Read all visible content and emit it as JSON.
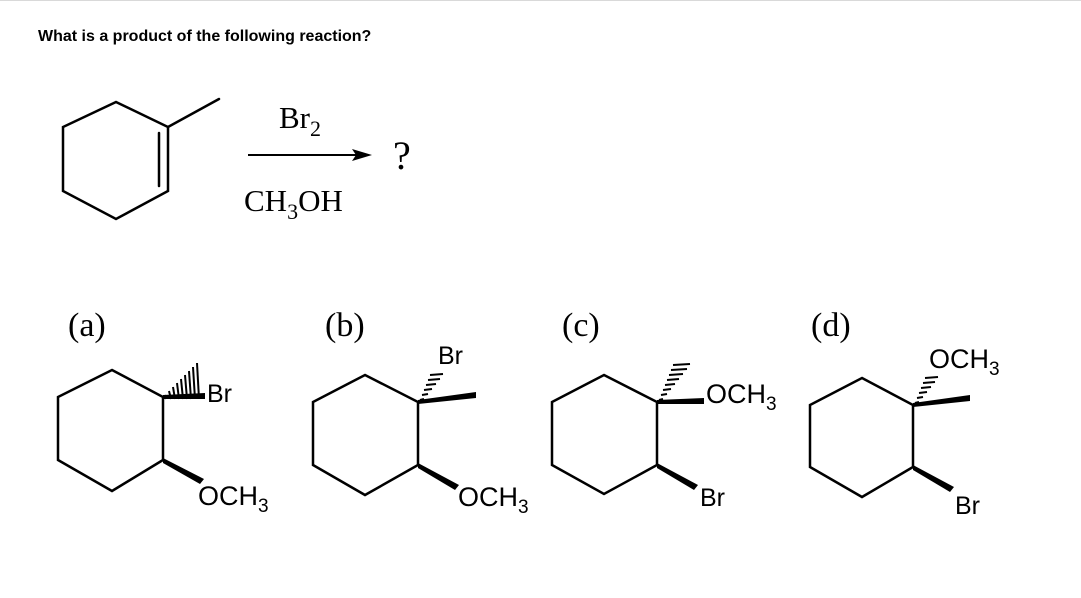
{
  "question": "What is a product of the following reaction?",
  "reaction": {
    "reagent_top": {
      "text": "Br",
      "sub": "2"
    },
    "reagent_bottom": {
      "pre": "CH",
      "sub": "3",
      "post": "OH"
    },
    "unknown": "?"
  },
  "choices": [
    {
      "label": "(a)",
      "substituent_top": "Br",
      "substituent_bottom": {
        "pre": "OCH",
        "sub": "3"
      }
    },
    {
      "label": "(b)",
      "substituent_top": "Br",
      "substituent_bottom": {
        "pre": "OCH",
        "sub": "3"
      }
    },
    {
      "label": "(c)",
      "substituent_top": {
        "pre": "OCH",
        "sub": "3"
      },
      "substituent_bottom": "Br"
    },
    {
      "label": "(d)",
      "substituent_top": {
        "pre": "OCH",
        "sub": "3"
      },
      "substituent_bottom": "Br"
    }
  ]
}
